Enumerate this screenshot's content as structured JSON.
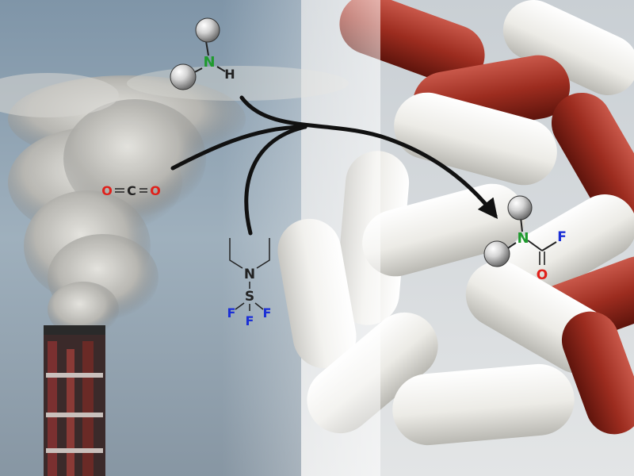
{
  "scene": {
    "background_left": "smokestack emitting smoke against a blue-grey sky",
    "background_right": "pile of white and red medicine capsules"
  },
  "labels": {
    "co2_o1": "O",
    "co2_c": "C",
    "co2_o2": "O",
    "amine_n": "N",
    "amine_h": "H",
    "dast_n": "N",
    "dast_s": "S",
    "dast_f1": "F",
    "dast_f2": "F",
    "dast_f3": "F",
    "product_n": "N",
    "product_f": "F",
    "product_o": "O"
  },
  "colors": {
    "oxygen": "#e0201a",
    "nitrogen": "#1f9a2e",
    "fluorine": "#1b2fd6",
    "carbon": "#222222",
    "bond": "#222222",
    "arrow": "#111111"
  }
}
